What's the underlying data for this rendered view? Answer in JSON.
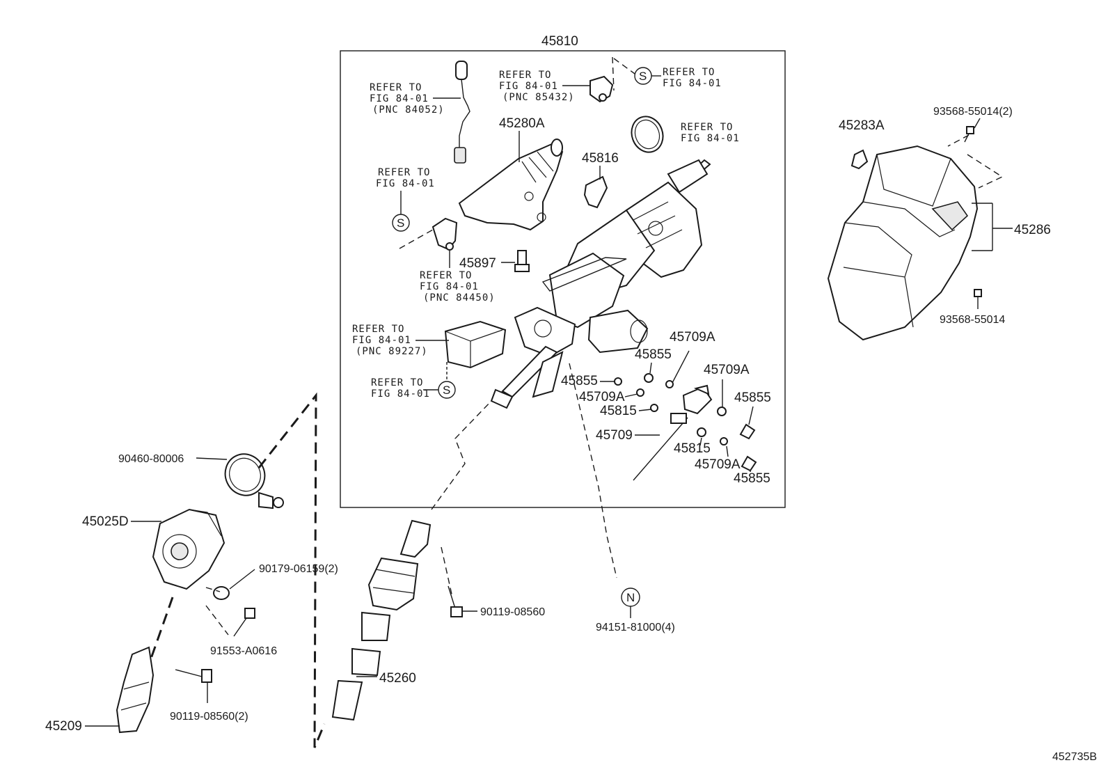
{
  "diagram_code": "452735B",
  "assembly_label": "45810",
  "symbol_s": "S",
  "symbol_n": "N",
  "refer_notes": {
    "harness": [
      "REFER TO",
      "FIG 84-01",
      "(PNC 84052)"
    ],
    "top_bracket": [
      "REFER TO",
      "FIG 84-01",
      "(PNC 85432)"
    ],
    "top_right_s": [
      "REFER TO",
      "FIG 84-01"
    ],
    "ring": [
      "REFER TO",
      "FIG 84-01"
    ],
    "left_s": [
      "REFER TO",
      "FIG 84-01"
    ],
    "switch": [
      "REFER TO",
      "FIG 84-01",
      "(PNC 84450)"
    ],
    "module": [
      "REFER TO",
      "FIG 84-01",
      "(PNC 89227)"
    ],
    "bottom_s": [
      "REFER TO",
      "FIG 84-01"
    ]
  },
  "parts": {
    "p45280A": "45280A",
    "p45816": "45816",
    "p45897": "45897",
    "p45709A_top": "45709A",
    "p45855_top": "45855",
    "p45709A_right": "45709A",
    "p45855_left": "45855",
    "p45709A_left": "45709A",
    "p45815_left": "45815",
    "p45855_right": "45855",
    "p45709": "45709",
    "p45815_right": "45815",
    "p45709A_bottom": "45709A",
    "p45855_bottom": "45855",
    "p45283A": "45283A",
    "p93568_top": "93568-55014(2)",
    "p45286": "45286",
    "p93568_bottom": "93568-55014",
    "p90460": "90460-80006",
    "p45025D": "45025D",
    "p90179": "90179-06159(2)",
    "p91553": "91553-A0616",
    "p90119_left": "90119-08560(2)",
    "p45209": "45209",
    "p45260": "45260",
    "p90119_right": "90119-08560",
    "p94151": "94151-81000(4)"
  }
}
